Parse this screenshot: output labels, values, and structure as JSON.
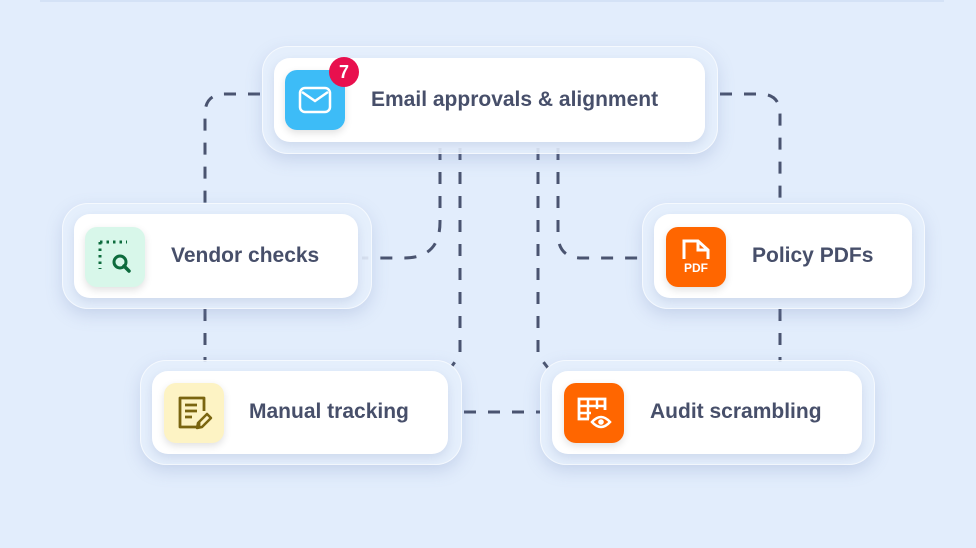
{
  "nodes": {
    "email": {
      "label": "Email approvals & alignment",
      "badge": "7",
      "icon": "mail-icon",
      "color": "#3dbcf7"
    },
    "vendor": {
      "label": "Vendor checks",
      "icon": "search-selection-icon",
      "color": "#d8f7ea"
    },
    "policy": {
      "label": "Policy PDFs",
      "icon": "pdf-file-icon",
      "icon_text": "PDF",
      "color": "#ff6600"
    },
    "manual": {
      "label": "Manual tracking",
      "icon": "note-edit-icon",
      "color": "#fdf3c4"
    },
    "audit": {
      "label": "Audit scrambling",
      "icon": "table-eye-icon",
      "color": "#ff6600"
    }
  },
  "connector_color": "#4a5470"
}
